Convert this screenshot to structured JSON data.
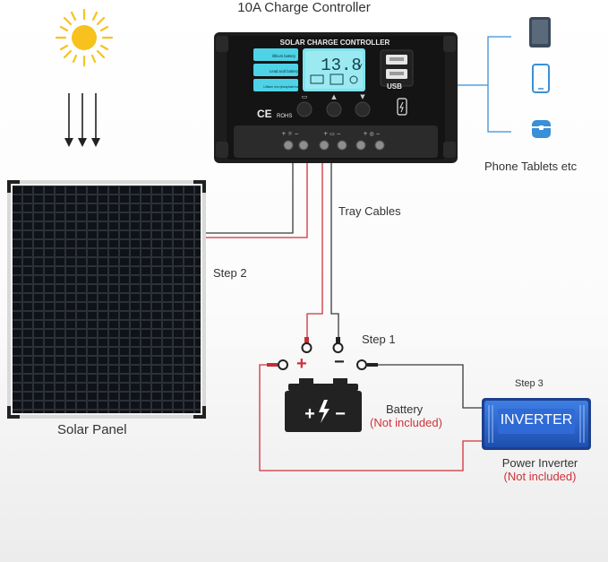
{
  "title": "10A Charge Controller",
  "controller": {
    "brand_label": "SOLAR CHARGE CONTROLLER",
    "display_value": "13.8",
    "display_unit": "V",
    "battery_modes": [
      "lithium battery",
      "Lead acid battery",
      "Lithium iron phosphate battery"
    ],
    "ce_mark": "CE",
    "rohs_mark": "ROHS",
    "usb_label": "USB"
  },
  "devices_label": "Phone Tablets etc",
  "tray_cables_label": "Tray Cables",
  "step1_label": "Step 1",
  "step2_label": "Step 2",
  "step3_label": "Step 3",
  "solar_panel_label": "Solar Panel",
  "battery": {
    "name": "Battery",
    "note": "(Not included)",
    "plus": "+",
    "minus": "−"
  },
  "inverter": {
    "display_text": "INVERTER",
    "name": "Power Inverter",
    "note": "(Not included)"
  },
  "colors": {
    "wire_red": "#d0313a",
    "wire_dark": "#3a3a3a",
    "sun": "#f7c21d",
    "lcd": "#4ed3e6",
    "inverter_blue": "#2a62c9",
    "device_blue": "#3a8fd6"
  }
}
